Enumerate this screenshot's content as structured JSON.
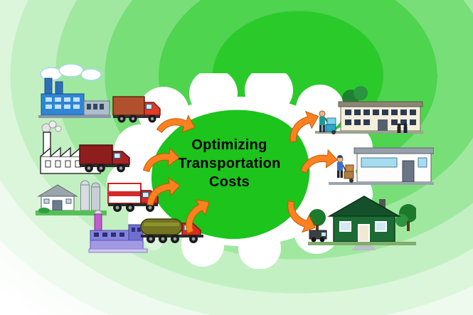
{
  "diagram": {
    "hub": {
      "title_lines": [
        "Optimizing",
        "Transportation",
        "Costs"
      ],
      "blob_color": "#1cc41c",
      "cloud_color": "#ffffff"
    },
    "background": {
      "ring_green": "#2bca2b",
      "outer_color": "#ffffff"
    },
    "arrows": {
      "color": "#ff8020",
      "count": 7,
      "icon": "curved-arrow-icon"
    },
    "sources": [
      {
        "icon": "blue-factory-icon"
      },
      {
        "icon": "box-truck-icon"
      },
      {
        "icon": "line-art-factory-icon"
      },
      {
        "icon": "dark-red-truck-icon"
      },
      {
        "icon": "farm-silo-icon"
      },
      {
        "icon": "red-white-truck-icon"
      },
      {
        "icon": "purple-factory-icon"
      },
      {
        "icon": "tanker-truck-icon"
      }
    ],
    "destinations": [
      {
        "icon": "office-building-icon"
      },
      {
        "icon": "retail-store-icon"
      },
      {
        "icon": "suburban-house-icon"
      }
    ]
  }
}
